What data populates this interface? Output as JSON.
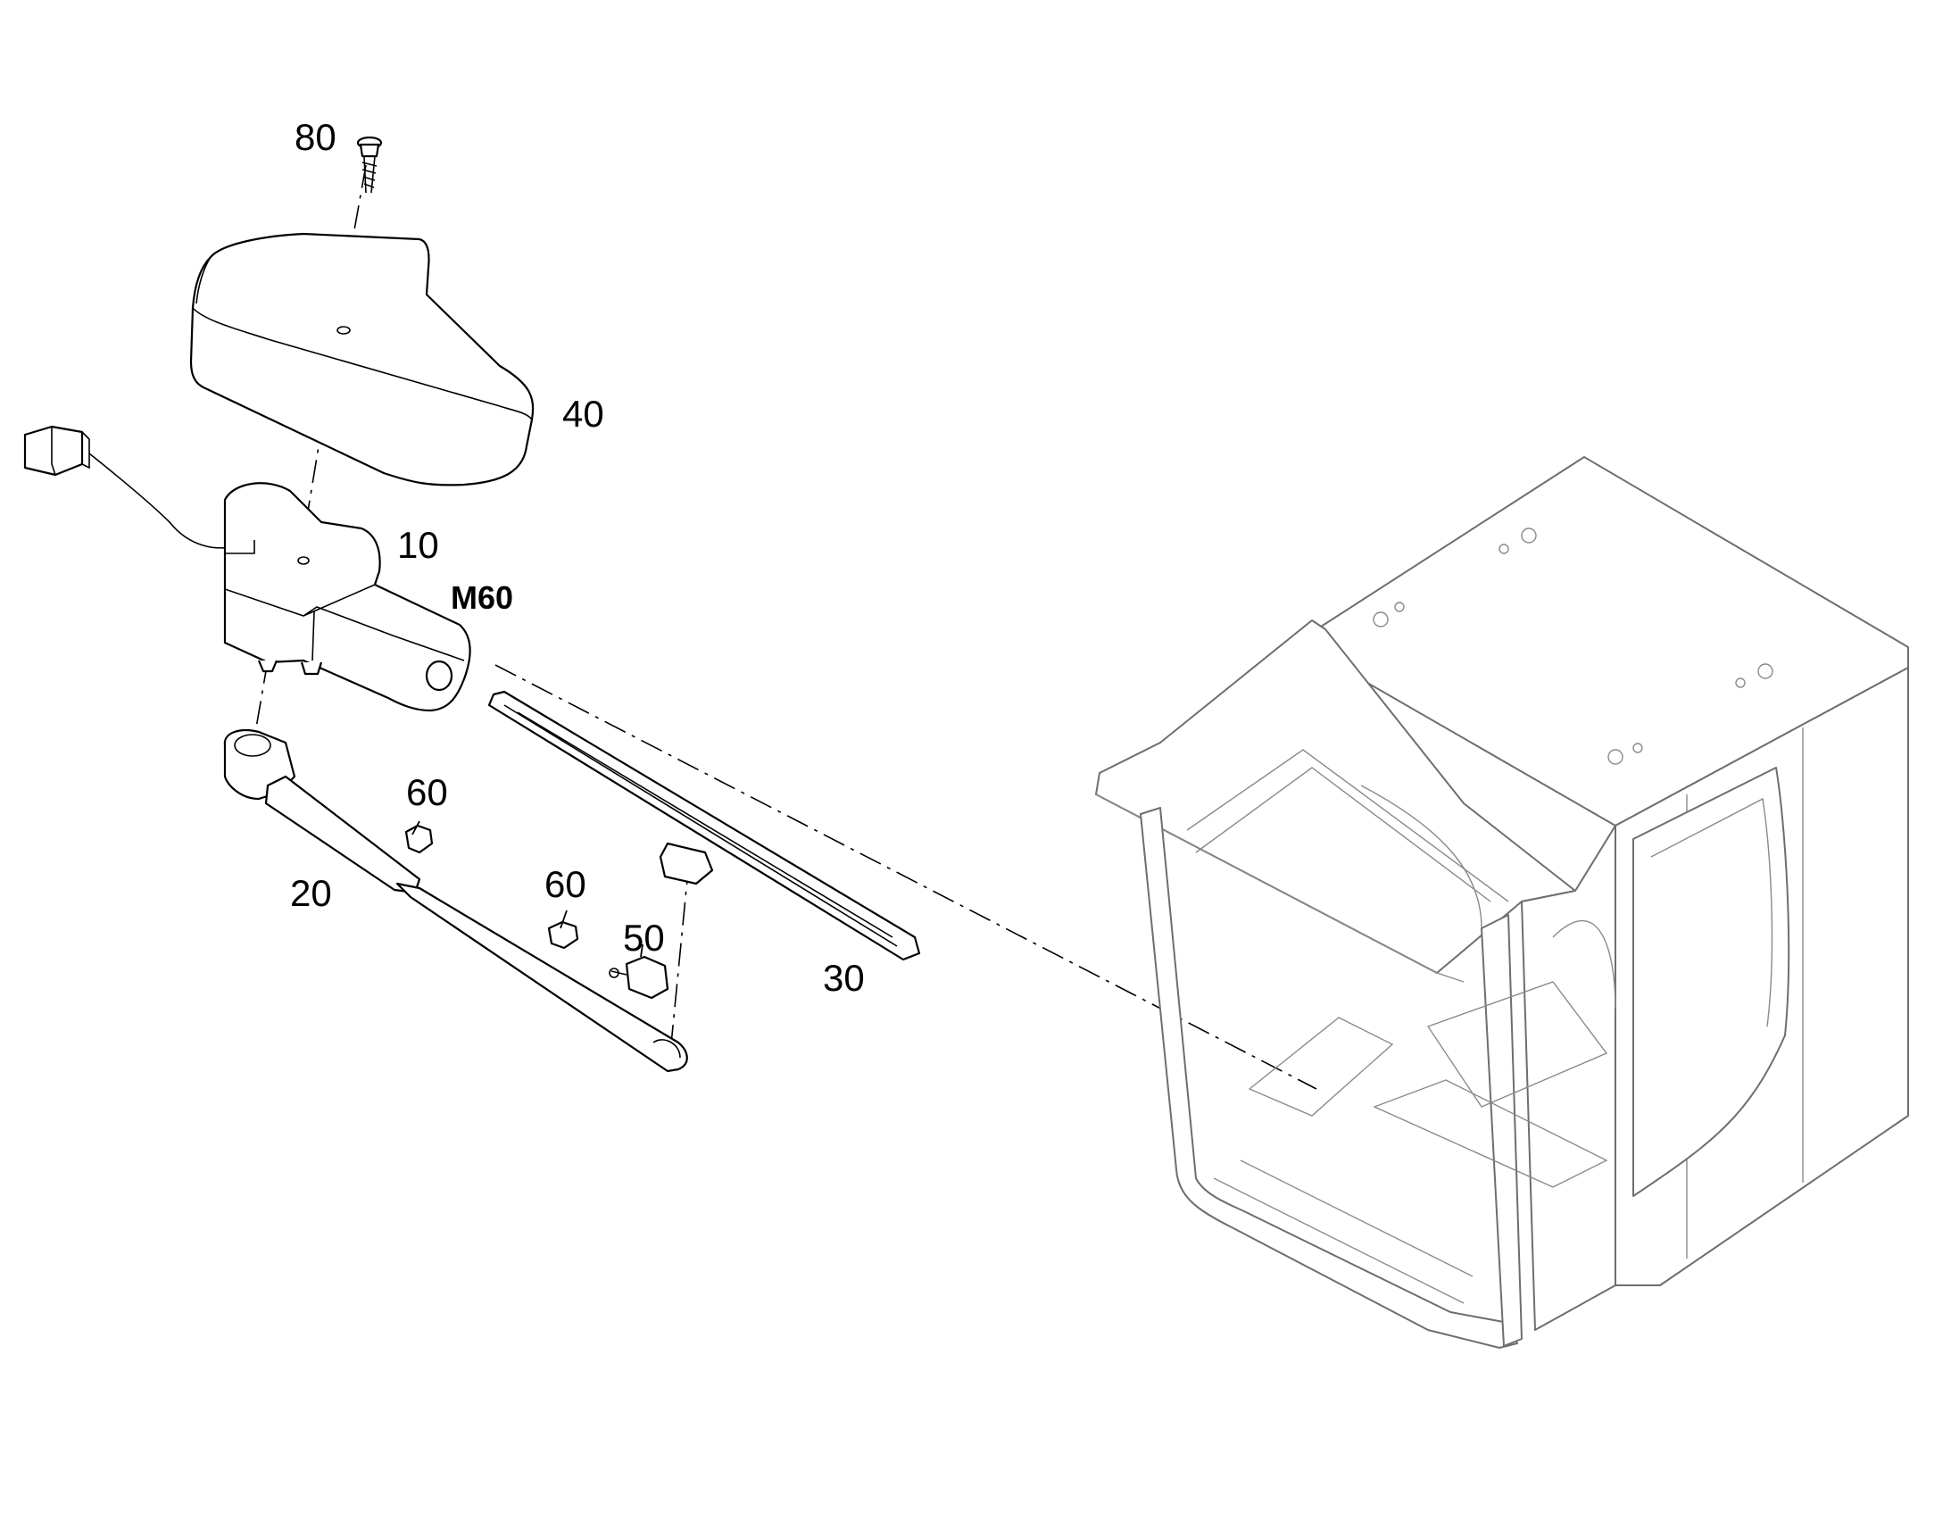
{
  "callouts": {
    "p80": "80",
    "p40": "40",
    "p10": "10",
    "m60": "M60",
    "p60a": "60",
    "p20": "20",
    "p60b": "60",
    "p50": "50",
    "p30": "30"
  }
}
